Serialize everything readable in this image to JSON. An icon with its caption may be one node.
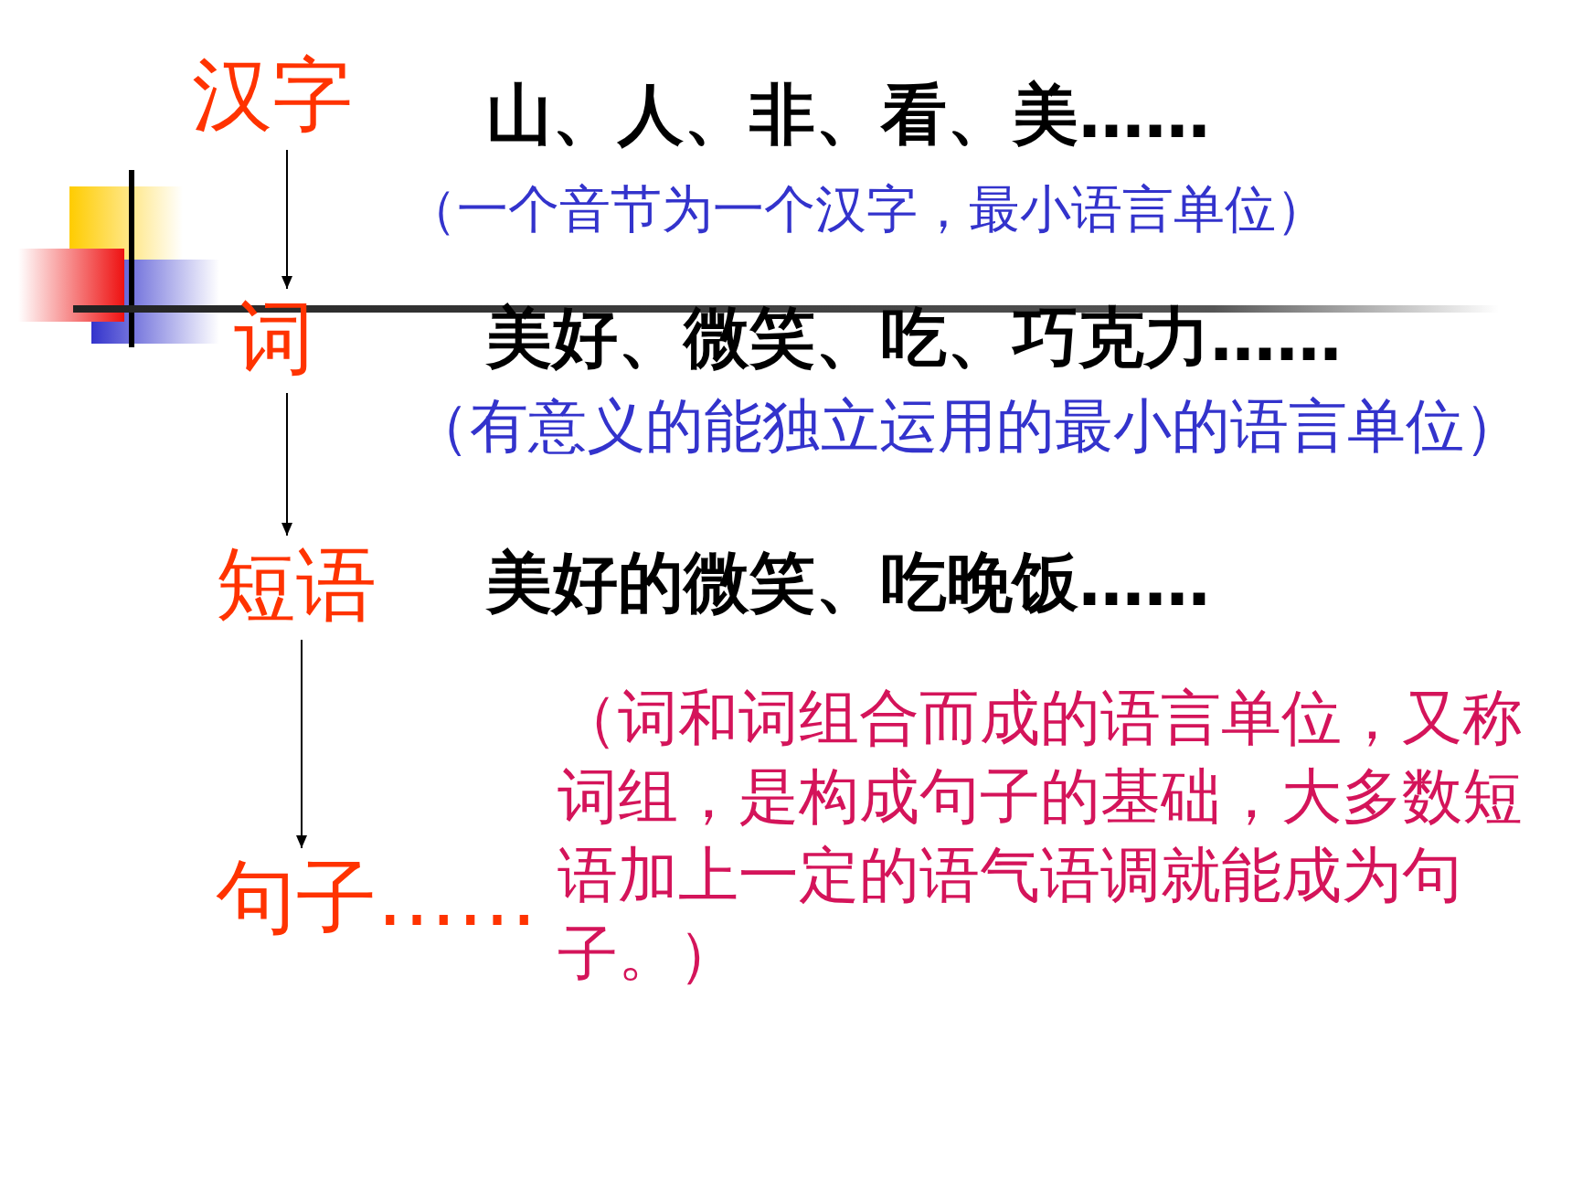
{
  "diagram": {
    "nodes": [
      {
        "text": [
          "汉字"
        ]
      },
      {
        "text": [
          "词"
        ]
      },
      {
        "text": [
          "短语"
        ]
      },
      {
        "text": [
          "句子……"
        ]
      }
    ],
    "edges": [
      {
        "from": 0,
        "to": 1,
        "arrow": "to"
      },
      {
        "from": 1,
        "to": 2,
        "arrow": "to"
      },
      {
        "from": 2,
        "to": 3,
        "arrow": "to"
      }
    ],
    "labels": [
      "山、人、非、看、美……",
      "（一个音节为一个汉字，最小语言单位）",
      "美好、微笑、吃、巧克力……",
      "（有意义的能独立运用的最小的语言单位）",
      "美好的微笑、吃晚饭……",
      "（词和词组合而成的语言单位，又称词组，是构成句子的基础，大多数短语加上一定的语气语调就能成为句子。）"
    ]
  }
}
